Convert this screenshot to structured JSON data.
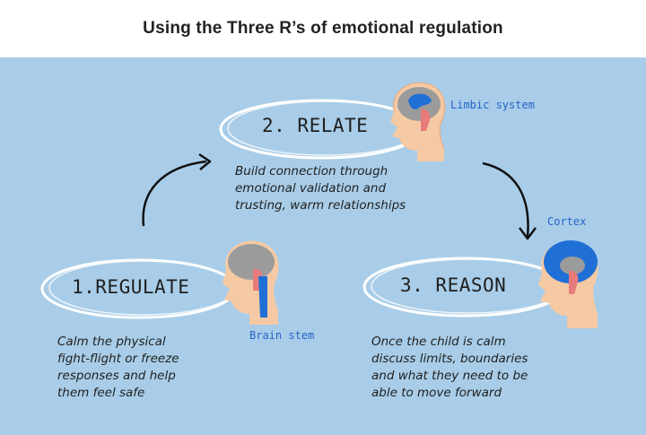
{
  "title": "Using the Three R’s of emotional regulation",
  "steps": [
    {
      "label": "1.REGULATE",
      "brain_label": "Brain stem",
      "lines": [
        "Calm the physical",
        "fight-flight or freeze",
        "responses and help",
        "them feel safe"
      ]
    },
    {
      "label": "2. RELATE",
      "brain_label": "Limbic system",
      "lines": [
        "Build connection through",
        "emotional validation and",
        "trusting, warm relationships"
      ]
    },
    {
      "label": "3. REASON",
      "brain_label": "Cortex",
      "lines": [
        "Once the child is calm",
        "discuss limits, boundaries",
        "and what they need to be",
        "able to move forward"
      ]
    }
  ],
  "colors": {
    "background": "#a9cde8",
    "skin": "#f5c9a4",
    "brain_gray": "#9b9b9b",
    "highlight_blue": "#1f6fd6",
    "limbic_pink": "#e77b7b",
    "label_blue": "#2563c9"
  },
  "icons": [
    "head-profile-icon",
    "curved-arrow-icon"
  ]
}
